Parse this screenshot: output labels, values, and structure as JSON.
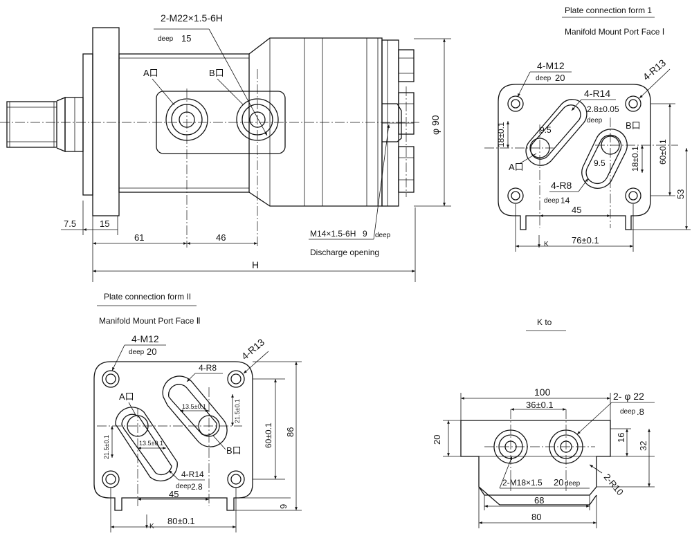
{
  "front": {
    "thread_main": "2-M22×1.5-6H",
    "deep_word": "deep",
    "thread_main_deep": "15",
    "port_a": "A口",
    "port_b": "B口",
    "dim_61": "61",
    "dim_46": "46",
    "dim_7_5": "7.5",
    "dim_15": "15",
    "dim_h": "H",
    "dim_phi90": "φ 90",
    "drain_thread": "M14×1.5-6H",
    "drain_deep": "9",
    "drain_label": "Discharge opening"
  },
  "face1": {
    "title_cn": "Plate connection form 1",
    "title_en": "Manifold Mount Port Face Ⅰ",
    "m12": "4-M12",
    "m12_deep": "20",
    "r13": "4-R13",
    "r14": "4-R14",
    "slot_depth": "2.8±0.05",
    "d18": "18±0.1",
    "d9_5a": "9.5",
    "d9_5b": "9.5",
    "d60": "60±0.1",
    "d53": "53",
    "r8": "4-R8",
    "r8_deep": "14",
    "d45": "45",
    "d76": "76±0.1",
    "k": "K",
    "port_a": "A口",
    "port_b": "B口"
  },
  "face2": {
    "title_cn": "Plate connection form II",
    "title_en": "Manifold Mount Port Face Ⅱ",
    "m12": "4-M12",
    "m12_deep": "20",
    "r13": "4-R13",
    "r8": "4-R8",
    "d13_5a": "13.5±0.1",
    "d13_5b": "13.5±0.1",
    "d21_5a": "21.5±0.1",
    "d21_5b": "21.5±0.1",
    "d60": "60±0.1",
    "d86": "86",
    "r14": "4-R14",
    "r14_deep": "2.8",
    "d45": "45",
    "d9": "9",
    "d80": "80±0.1",
    "k": "K",
    "port_a": "A口",
    "port_b": "B口"
  },
  "kview": {
    "title": "K to",
    "d100": "100",
    "d36": "36±0.1",
    "phi22": "2- φ 22",
    "phi22_deep": ".8",
    "d20": "20",
    "d16": "16",
    "d32": "32",
    "m18": "2-M18×1.5",
    "m18_deep": "20",
    "r10": "2-R10",
    "d68": "68",
    "d80": "80"
  }
}
